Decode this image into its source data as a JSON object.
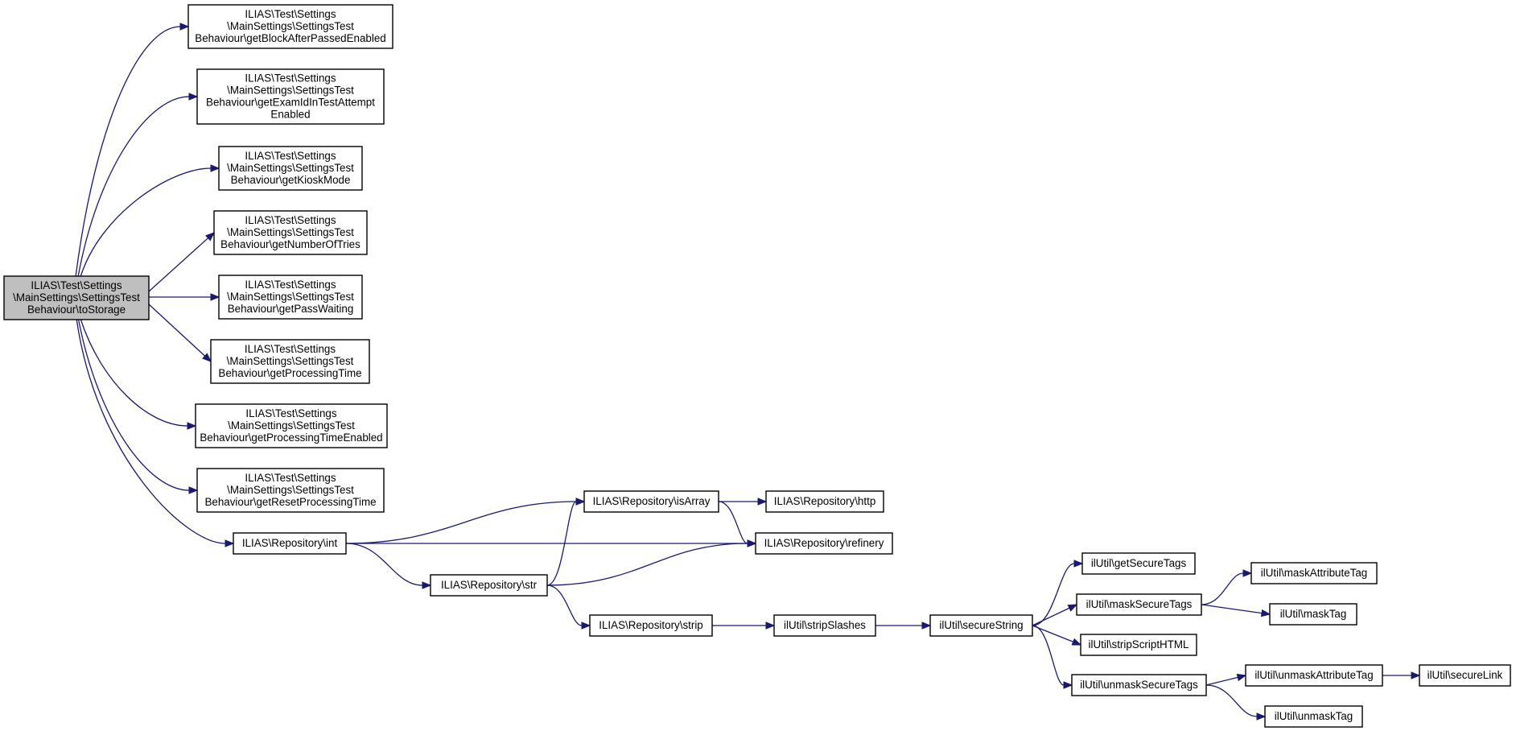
{
  "nodes": [
    {
      "id": "root",
      "lines": [
        "ILIAS\\Test\\Settings",
        "\\MainSettings\\SettingsTest",
        "Behaviour\\toStorage"
      ],
      "root": true
    },
    {
      "id": "getBlockAfterPassedEnabled",
      "lines": [
        "ILIAS\\Test\\Settings",
        "\\MainSettings\\SettingsTest",
        "Behaviour\\getBlockAfterPassedEnabled"
      ]
    },
    {
      "id": "getExamIdInTestAttemptEnabled",
      "lines": [
        "ILIAS\\Test\\Settings",
        "\\MainSettings\\SettingsTest",
        "Behaviour\\getExamIdInTestAttempt",
        "Enabled"
      ]
    },
    {
      "id": "getKioskMode",
      "lines": [
        "ILIAS\\Test\\Settings",
        "\\MainSettings\\SettingsTest",
        "Behaviour\\getKioskMode"
      ]
    },
    {
      "id": "getNumberOfTries",
      "lines": [
        "ILIAS\\Test\\Settings",
        "\\MainSettings\\SettingsTest",
        "Behaviour\\getNumberOfTries"
      ]
    },
    {
      "id": "getPassWaiting",
      "lines": [
        "ILIAS\\Test\\Settings",
        "\\MainSettings\\SettingsTest",
        "Behaviour\\getPassWaiting"
      ]
    },
    {
      "id": "getProcessingTime",
      "lines": [
        "ILIAS\\Test\\Settings",
        "\\MainSettings\\SettingsTest",
        "Behaviour\\getProcessingTime"
      ]
    },
    {
      "id": "getProcessingTimeEnabled",
      "lines": [
        "ILIAS\\Test\\Settings",
        "\\MainSettings\\SettingsTest",
        "Behaviour\\getProcessingTimeEnabled"
      ]
    },
    {
      "id": "getResetProcessingTime",
      "lines": [
        "ILIAS\\Test\\Settings",
        "\\MainSettings\\SettingsTest",
        "Behaviour\\getResetProcessingTime"
      ]
    },
    {
      "id": "int",
      "lines": [
        "ILIAS\\Repository\\int"
      ]
    },
    {
      "id": "isArray",
      "lines": [
        "ILIAS\\Repository\\isArray"
      ]
    },
    {
      "id": "http",
      "lines": [
        "ILIAS\\Repository\\http"
      ]
    },
    {
      "id": "refinery",
      "lines": [
        "ILIAS\\Repository\\refinery"
      ]
    },
    {
      "id": "str",
      "lines": [
        "ILIAS\\Repository\\str"
      ]
    },
    {
      "id": "strip",
      "lines": [
        "ILIAS\\Repository\\strip"
      ]
    },
    {
      "id": "stripSlashes",
      "lines": [
        "ilUtil\\stripSlashes"
      ]
    },
    {
      "id": "secureString",
      "lines": [
        "ilUtil\\secureString"
      ]
    },
    {
      "id": "getSecureTags",
      "lines": [
        "ilUtil\\getSecureTags"
      ]
    },
    {
      "id": "maskSecureTags",
      "lines": [
        "ilUtil\\maskSecureTags"
      ]
    },
    {
      "id": "stripScriptHTML",
      "lines": [
        "ilUtil\\stripScriptHTML"
      ]
    },
    {
      "id": "unmaskSecureTags",
      "lines": [
        "ilUtil\\unmaskSecureTags"
      ]
    },
    {
      "id": "maskAttributeTag",
      "lines": [
        "ilUtil\\maskAttributeTag"
      ]
    },
    {
      "id": "maskTag",
      "lines": [
        "ilUtil\\maskTag"
      ]
    },
    {
      "id": "unmaskAttributeTag",
      "lines": [
        "ilUtil\\unmaskAttributeTag"
      ]
    },
    {
      "id": "unmaskTag",
      "lines": [
        "ilUtil\\unmaskTag"
      ]
    },
    {
      "id": "secureLink",
      "lines": [
        "ilUtil\\secureLink"
      ]
    }
  ],
  "edges": [
    {
      "from": "root",
      "to": "getBlockAfterPassedEnabled"
    },
    {
      "from": "root",
      "to": "getExamIdInTestAttemptEnabled"
    },
    {
      "from": "root",
      "to": "getKioskMode"
    },
    {
      "from": "root",
      "to": "getNumberOfTries"
    },
    {
      "from": "root",
      "to": "getPassWaiting"
    },
    {
      "from": "root",
      "to": "getProcessingTime"
    },
    {
      "from": "root",
      "to": "getProcessingTimeEnabled"
    },
    {
      "from": "root",
      "to": "getResetProcessingTime"
    },
    {
      "from": "root",
      "to": "int"
    },
    {
      "from": "int",
      "to": "isArray"
    },
    {
      "from": "int",
      "to": "refinery"
    },
    {
      "from": "int",
      "to": "str"
    },
    {
      "from": "isArray",
      "to": "http"
    },
    {
      "from": "isArray",
      "to": "refinery"
    },
    {
      "from": "str",
      "to": "isArray"
    },
    {
      "from": "str",
      "to": "refinery"
    },
    {
      "from": "str",
      "to": "strip"
    },
    {
      "from": "strip",
      "to": "stripSlashes"
    },
    {
      "from": "stripSlashes",
      "to": "secureString"
    },
    {
      "from": "secureString",
      "to": "getSecureTags"
    },
    {
      "from": "secureString",
      "to": "maskSecureTags"
    },
    {
      "from": "secureString",
      "to": "stripScriptHTML"
    },
    {
      "from": "secureString",
      "to": "unmaskSecureTags"
    },
    {
      "from": "maskSecureTags",
      "to": "maskAttributeTag"
    },
    {
      "from": "maskSecureTags",
      "to": "maskTag"
    },
    {
      "from": "unmaskSecureTags",
      "to": "unmaskAttributeTag"
    },
    {
      "from": "unmaskSecureTags",
      "to": "unmaskTag"
    },
    {
      "from": "unmaskAttributeTag",
      "to": "secureLink"
    }
  ],
  "colors": {
    "edge": "#191970",
    "node_border": "#000000",
    "root_fill": "#bfbfbf",
    "node_fill": "#ffffff"
  }
}
